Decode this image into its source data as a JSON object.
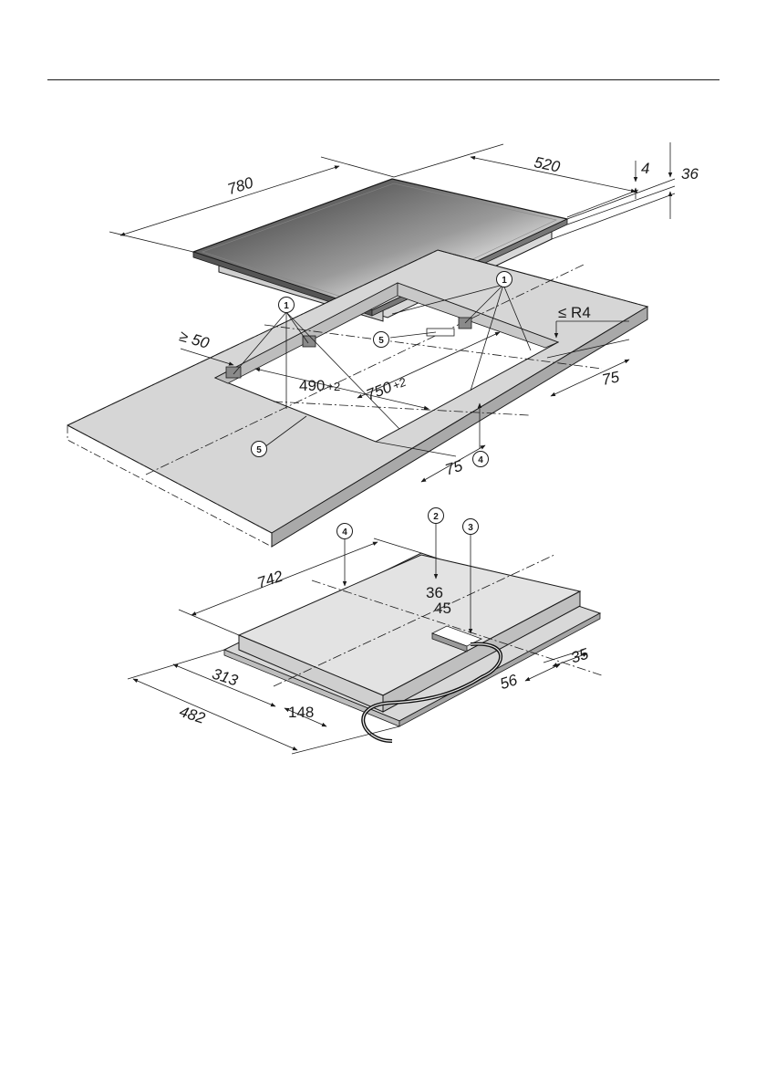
{
  "hob": {
    "width": "780",
    "depth": "520",
    "glass_thickness": "4",
    "total_height": "36"
  },
  "cutout": {
    "min_front_margin": "≥ 50",
    "width": "490",
    "width_tolerance": "+2",
    "length": "750",
    "length_tolerance": "+2",
    "corner_radius": "≤ R4",
    "side_offset_right": "75",
    "side_offset_front": "75"
  },
  "underside": {
    "length": "742",
    "depth": "482",
    "offset_313": "313",
    "offset_148": "148",
    "height_36": "36",
    "height_45": "45",
    "offset_56": "56",
    "offset_35": "35"
  },
  "callouts": {
    "c1": "1",
    "c2": "2",
    "c3": "3",
    "c4": "4",
    "c5": "5"
  },
  "colors": {
    "line": "#1a1a1a",
    "worktop": "#d6d6d6",
    "worktop_edge": "#a9a9a9",
    "glass_dark": "#3a3a3a",
    "glass_light": "#e6e6e6"
  }
}
